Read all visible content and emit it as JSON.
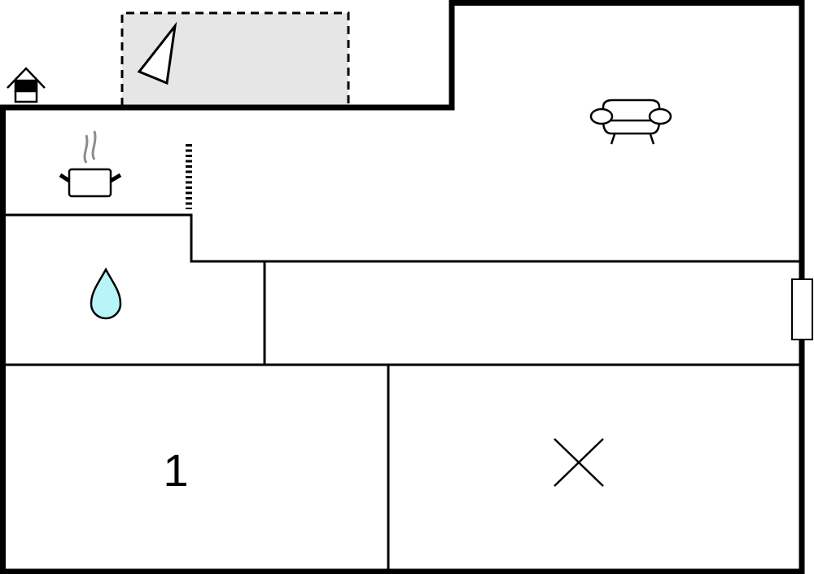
{
  "floorplan": {
    "rooms": [
      {
        "id": "bedroom-1",
        "label": "1",
        "icon": "bed-number-label"
      },
      {
        "id": "kitchen",
        "icon": "cooking-pot-icon"
      },
      {
        "id": "living-room",
        "icon": "sofa-icon"
      },
      {
        "id": "bathroom",
        "icon": "water-drop-icon"
      },
      {
        "id": "hallway"
      },
      {
        "id": "storage-room",
        "icon": "cross-icon"
      },
      {
        "id": "terrace",
        "icon": "triangle-icon"
      }
    ],
    "entrance_icon": "house-entrance-icon",
    "colors": {
      "wall": "#000000",
      "terrace": "#e6e6e6",
      "water": "#b8f4f8",
      "steam": "#8c8c8c"
    }
  }
}
